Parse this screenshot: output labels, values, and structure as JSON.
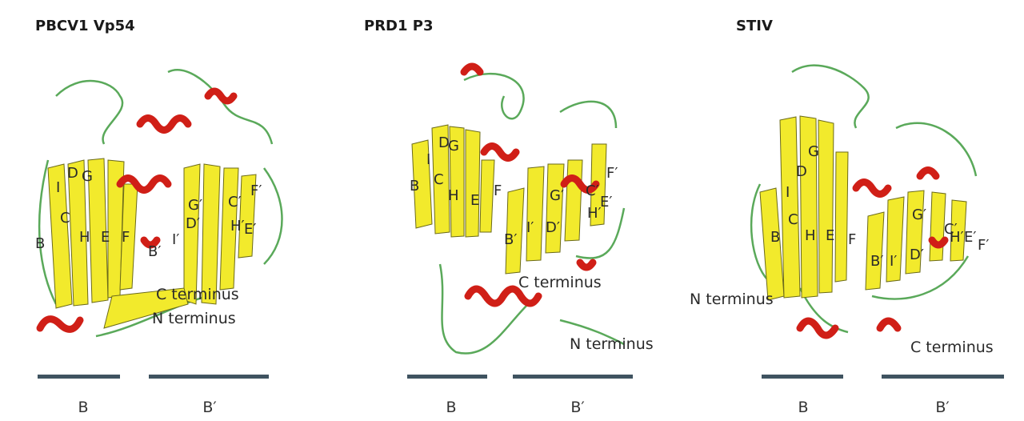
{
  "panels": [
    {
      "title": "PBCV1 Vp54",
      "strand_labels": [
        "B",
        "I",
        "C",
        "D",
        "G",
        "H",
        "E",
        "F",
        "B′",
        "I′",
        "D′",
        "G′",
        "C′",
        "H′",
        "E′",
        "F′"
      ],
      "c_terminus": "C terminus",
      "n_terminus": "N terminus",
      "domains": [
        "B",
        "B′"
      ]
    },
    {
      "title": "PRD1 P3",
      "strand_labels": [
        "B",
        "I",
        "C",
        "D",
        "G",
        "H",
        "E",
        "F",
        "B′",
        "I′",
        "D′",
        "G′",
        "C′",
        "H′",
        "E′",
        "F′"
      ],
      "c_terminus": "C terminus",
      "n_terminus": "N terminus",
      "domains": [
        "B",
        "B′"
      ]
    },
    {
      "title": "STIV",
      "strand_labels": [
        "B",
        "I",
        "C",
        "D",
        "G",
        "H",
        "E",
        "F",
        "B′",
        "I′",
        "D′",
        "G′",
        "C′",
        "H′",
        "E′",
        "F′"
      ],
      "c_terminus": "C terminus",
      "n_terminus": "N terminus",
      "domains": [
        "B",
        "B′"
      ]
    }
  ],
  "colors": {
    "beta_sheet": "#f2ea2c",
    "alpha_helix": "#d01f17",
    "loop": "#5aa95a",
    "domain_bar": "#3f5360"
  }
}
